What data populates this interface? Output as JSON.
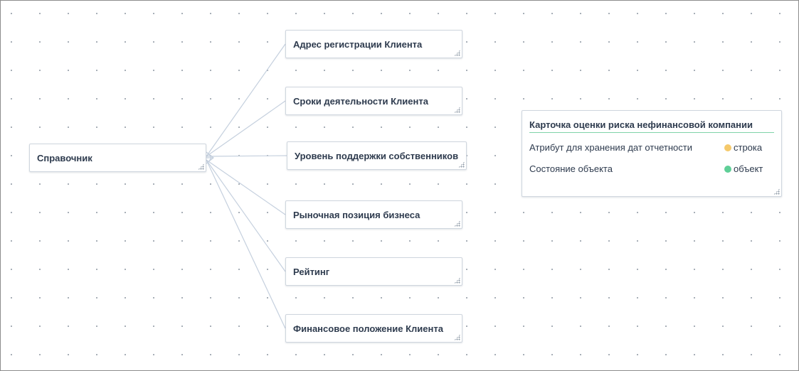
{
  "source_node": {
    "label": "Справочник"
  },
  "targets": [
    {
      "label": "Адрес регистрации Клиента"
    },
    {
      "label": "Сроки деятельности Клиента"
    },
    {
      "label": "Уровень поддержки собственников"
    },
    {
      "label": "Рыночная позиция бизнеса"
    },
    {
      "label": "Рейтинг"
    },
    {
      "label": "Финансовое положение Клиента"
    }
  ],
  "card": {
    "title": "Карточка оценки риска нефинансовой компании",
    "attributes": [
      {
        "name": "Атрибут для хранения дат отчетности",
        "type": "строка",
        "type_color": "#f5c96b"
      },
      {
        "name": "Состояние объекта",
        "type": "объект",
        "type_color": "#5fcf97"
      }
    ]
  },
  "colors": {
    "edge": "#c5d0de",
    "card_underline": "#7fd3a8"
  }
}
